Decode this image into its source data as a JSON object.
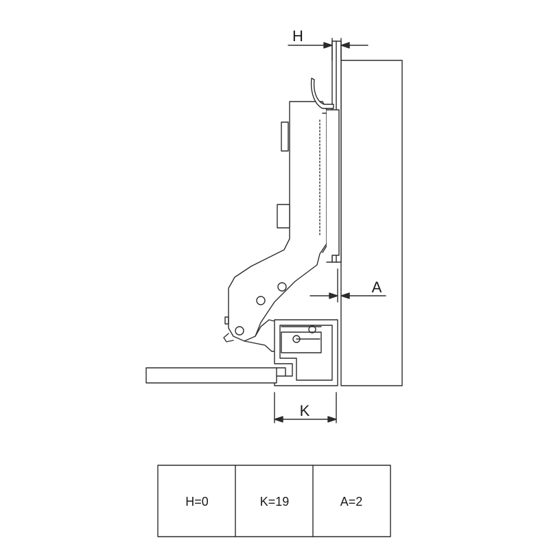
{
  "dimensions": {
    "h_label": "H",
    "a_label": "A",
    "k_label": "K"
  },
  "table": {
    "cells": [
      "H=0",
      "K=19",
      "A=2"
    ]
  }
}
